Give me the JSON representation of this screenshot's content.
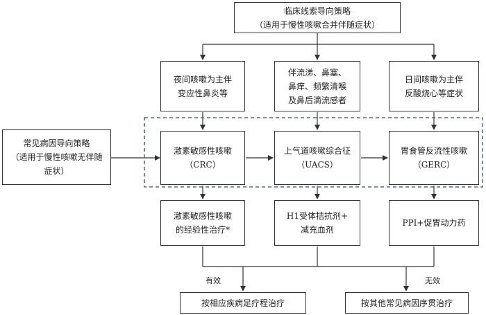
{
  "top": {
    "line1": "临床线索导向策略",
    "line2": "（适用于慢性咳嗽合并伴随症状）"
  },
  "left": {
    "line1": "常见病因导向策略",
    "line2": "（适用于慢性咳嗽无伴随",
    "line3": "症状）"
  },
  "clues": [
    {
      "line1": "夜间咳嗽为主伴",
      "line2": "变应性鼻炎等"
    },
    {
      "line1": "伴流涕、鼻塞、",
      "line2": "鼻痒、频繁清喉",
      "line3": "及鼻后滴流感者"
    },
    {
      "line1": "日间咳嗽为主伴",
      "line2": "反酸烧心等症状"
    }
  ],
  "diseases": [
    {
      "line1": "激素敏感性咳嗽",
      "line2": "（CRC）"
    },
    {
      "line1": "上气道咳嗽综合征",
      "line2": "（UACS）"
    },
    {
      "line1": "胃食管反流性咳嗽",
      "line2": "（GERC）"
    }
  ],
  "treatments": [
    {
      "line1": "激素敏感性咳嗽",
      "line2": "的经验性治疗*"
    },
    {
      "line1": "H1受体拮抗剂+",
      "line2": "减充血剂"
    },
    {
      "line1": "PPI+促胃动力药"
    }
  ],
  "outcomes": [
    {
      "label": "有效",
      "result": "按相应疾病足疗程治疗"
    },
    {
      "label": "无效",
      "result": "按其他常见病因序贯治疗"
    }
  ],
  "colors": {
    "line": "#333333",
    "dashed_frame": "#2b4a7a"
  }
}
